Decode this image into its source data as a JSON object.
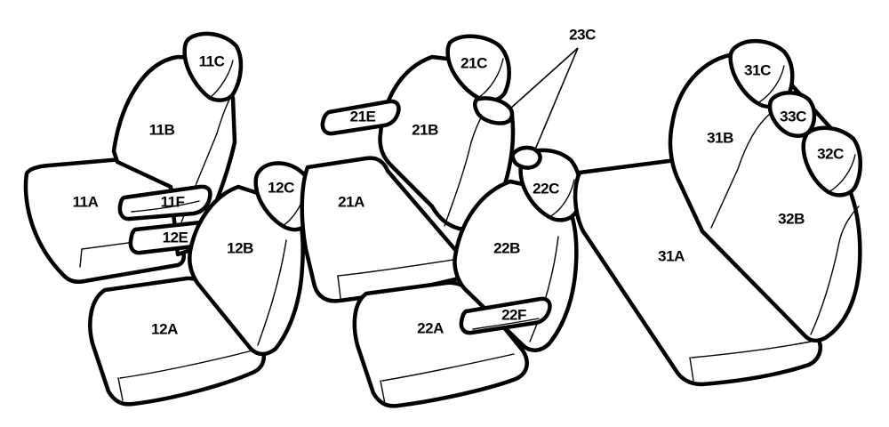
{
  "labels": {
    "l11A": "11A",
    "l11B": "11B",
    "l11C": "11C",
    "l11F": "11F",
    "l12A": "12A",
    "l12B": "12B",
    "l12C": "12C",
    "l12E": "12E",
    "l21A": "21A",
    "l21B": "21B",
    "l21C": "21C",
    "l21E": "21E",
    "l22A": "22A",
    "l22B": "22B",
    "l22C": "22C",
    "l22F": "22F",
    "l23C": "23C",
    "l31A": "31A",
    "l31B": "31B",
    "l31C": "31C",
    "l32B": "32B",
    "l32C": "32C",
    "l33C": "33C"
  },
  "colors": {
    "line": "#000000",
    "fill": "#ffffff"
  }
}
